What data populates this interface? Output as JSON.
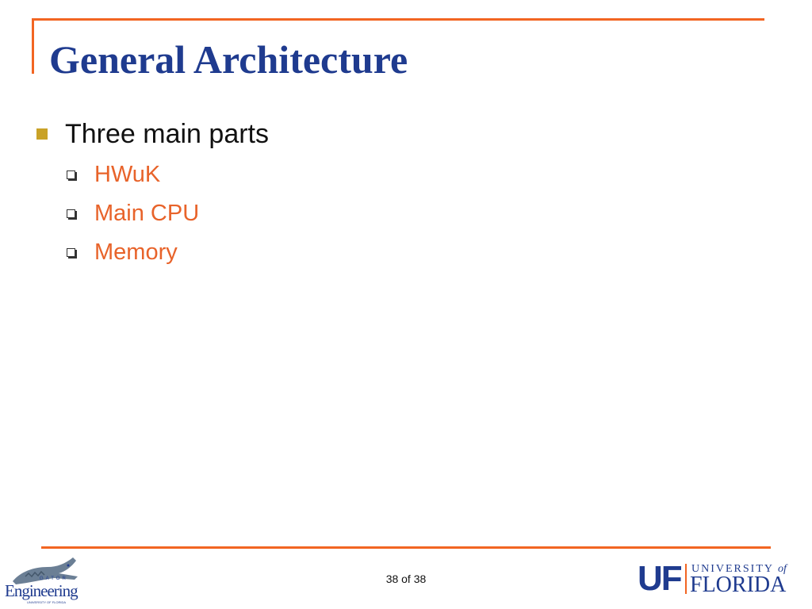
{
  "slide": {
    "title": "General Architecture",
    "bullet": {
      "text": "Three main parts",
      "sub_items": [
        {
          "text": "HWuK"
        },
        {
          "text": "Main CPU"
        },
        {
          "text": "Memory"
        }
      ]
    },
    "page_number": "38 of 38"
  },
  "logos": {
    "gator": {
      "word": "Engineering",
      "small": "GATOR",
      "tiny": "UNIVERSITY OF FLORIDA"
    },
    "uf": {
      "mark": "UF",
      "university": "UNIVERSITY",
      "of": "of",
      "florida": "FLORIDA"
    }
  },
  "colors": {
    "title": "#1f3b8f",
    "accent": "#f26522",
    "sub_item_text": "#e8632a",
    "bullet_marker": "#c9a227"
  }
}
